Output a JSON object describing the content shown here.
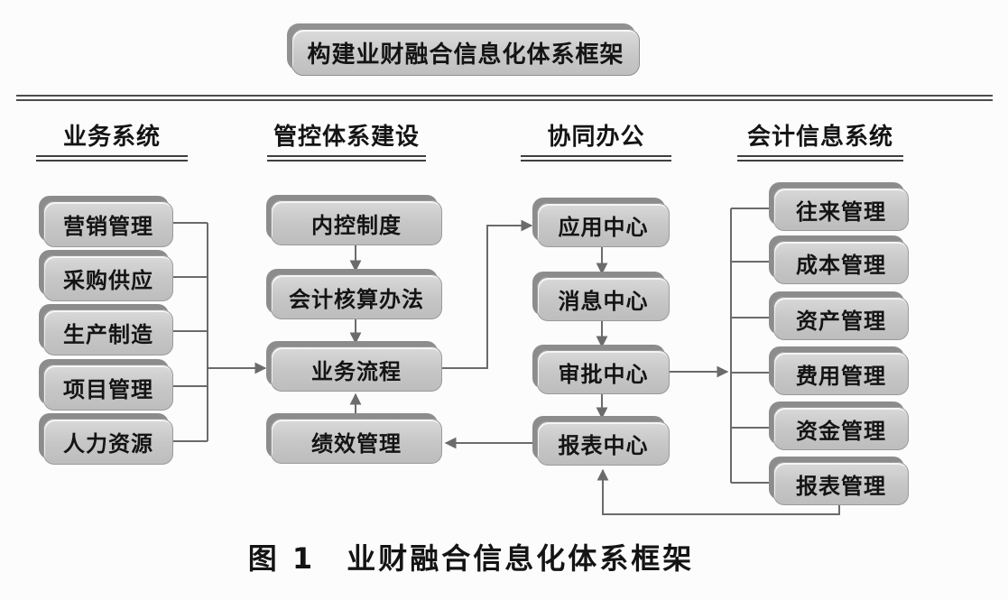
{
  "title": "构建业财融合信息化体系框架",
  "caption": "图 1　业财融合信息化体系框架",
  "columns": [
    {
      "header": "业务系统",
      "items": [
        "营销管理",
        "采购供应",
        "生产制造",
        "项目管理",
        "人力资源"
      ]
    },
    {
      "header": "管控体系建设",
      "items": [
        "内控制度",
        "会计核算办法",
        "业务流程",
        "绩效管理"
      ]
    },
    {
      "header": "协同办公",
      "items": [
        "应用中心",
        "消息中心",
        "审批中心",
        "报表中心"
      ]
    },
    {
      "header": "会计信息系统",
      "items": [
        "往来管理",
        "成本管理",
        "资产管理",
        "费用管理",
        "资金管理",
        "报表管理"
      ]
    }
  ],
  "edges": [
    {
      "from": "业务系统各模块",
      "to": "业务流程"
    },
    {
      "from": "内控制度",
      "to": "会计核算办法"
    },
    {
      "from": "会计核算办法",
      "to": "业务流程"
    },
    {
      "from": "绩效管理",
      "to": "业务流程"
    },
    {
      "from": "业务流程",
      "to": "应用中心"
    },
    {
      "from": "应用中心",
      "to": "消息中心"
    },
    {
      "from": "消息中心",
      "to": "审批中心"
    },
    {
      "from": "审批中心",
      "to": "报表中心"
    },
    {
      "from": "审批中心",
      "to": "会计信息系统各模块"
    },
    {
      "from": "报表管理",
      "to": "报表中心"
    },
    {
      "from": "报表中心",
      "to": "绩效管理"
    }
  ],
  "colors": {
    "box_fill": "#c7c7c7",
    "box_border": "#9a9a9a",
    "box_shadow": "#8c8c8c",
    "line": "#6b6b6b",
    "rule": "#4c4c4c",
    "text": "#141414",
    "background": "#fcfcfc"
  }
}
